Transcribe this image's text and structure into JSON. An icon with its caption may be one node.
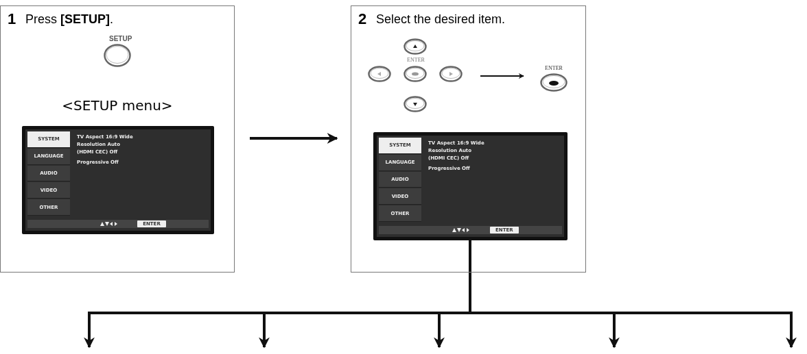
{
  "diagram": {
    "nodes": [
      {
        "text": [
          "1",
          "Press **[SETUP]**.",
          "SETUP",
          "<SETUP menu>"
        ]
      },
      {
        "text": [
          "2",
          "Select the desired item."
        ]
      },
      {
        "text": [
          "SYSTEM",
          "LANGUAGE",
          "AUDIO",
          "VIDEO",
          "OTHER",
          "TV Aspect 16:9 Wide",
          "Resolution Auto",
          "(HDMI CEC) Off",
          "Progressive Off",
          "ENTER"
        ],
        "in": 0
      },
      {
        "text": [
          "SYSTEM",
          "LANGUAGE",
          "AUDIO",
          "VIDEO",
          "OTHER",
          "TV Aspect 16:9 Wide",
          "Resolution Auto",
          "(HDMI CEC) Off",
          "Progressive Off",
          "ENTER"
        ],
        "in": 1
      },
      {
        "text": [
          "ENTER"
        ],
        "in": 1
      },
      {
        "text": [
          "ENTER"
        ],
        "in": 1
      }
    ],
    "edges": [
      {
        "from": 0,
        "to": 1,
        "arrow": "to"
      },
      {
        "from": 4,
        "to": 5,
        "arrow": "to"
      },
      {
        "from": 3,
        "to": null,
        "arrow": "to"
      },
      {
        "from": 3,
        "to": null,
        "arrow": "to"
      },
      {
        "from": 3,
        "to": null,
        "arrow": "to"
      },
      {
        "from": 3,
        "to": null,
        "arrow": "to"
      },
      {
        "from": 3,
        "to": null,
        "arrow": "to"
      }
    ]
  }
}
